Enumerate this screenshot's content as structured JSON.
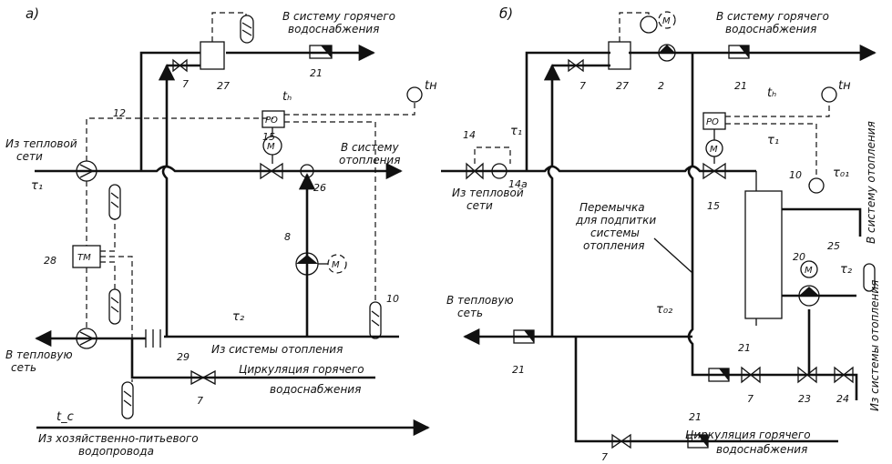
{
  "panels": {
    "a": {
      "tag": "а)",
      "labels": {
        "to_hw_1": "В систему горячего",
        "to_hw_2": "водоснабжения",
        "from_heat_1": "Из тепловой",
        "from_heat_2": "сети",
        "to_heating_1": "В систему",
        "to_heating_2": "отопления",
        "to_heat_1": "В тепловую",
        "to_heat_2": "сеть",
        "from_heating": "Из системы отопления",
        "circ_1": "Циркуляция горячего",
        "circ_2": "водоснабжения",
        "from_water_1": "Из хозяйственно-питьевого",
        "from_water_2": "водопровода"
      },
      "symbols": {
        "t1": "τ₁",
        "t2": "τ₂",
        "th": "tₕ",
        "tn": "tн",
        "tc": "t_c"
      },
      "boxes": {
        "reg": "РО",
        "tm": "ТМ",
        "motor": "М"
      },
      "numbers": {
        "n7a": "7",
        "n27": "27",
        "n21": "21",
        "n12": "12",
        "n15": "15",
        "n26": "26",
        "n8": "8",
        "n28": "28",
        "n29": "29",
        "n7b": "7",
        "n10": "10"
      }
    },
    "b": {
      "tag": "б)",
      "labels": {
        "to_hw_1": "В систему горячего",
        "to_hw_2": "водоснабжения",
        "from_heat_1": "Из тепловой",
        "from_heat_2": "сети",
        "bypass_1": "Перемычка",
        "bypass_2": "для подпитки",
        "bypass_3": "системы",
        "bypass_4": "отопления",
        "to_heat_1": "В тепловую",
        "to_heat_2": "сеть",
        "to_heating_v": "В систему отопления",
        "from_heating_v": "Из системы отопления",
        "circ_1": "Циркуляция горячего",
        "circ_2": "водоснабжения"
      },
      "symbols": {
        "t1a": "τ₁",
        "t1b": "τ₁",
        "t01": "τ₀₁",
        "t02": "τ₀₂",
        "t2": "τ₂",
        "th": "tₕ",
        "tn": "tн"
      },
      "boxes": {
        "reg": "РО",
        "motor": "М"
      },
      "numbers": {
        "n7a": "7",
        "n27": "27",
        "n2": "2",
        "n21a": "21",
        "n14": "14",
        "n14a": "14а",
        "n15": "15",
        "n10": "10",
        "n20": "20",
        "n25": "25",
        "n21b": "21",
        "n21c": "21",
        "n7b": "7",
        "n23": "23",
        "n24": "24",
        "n21d": "21",
        "n7c": "7"
      }
    }
  }
}
